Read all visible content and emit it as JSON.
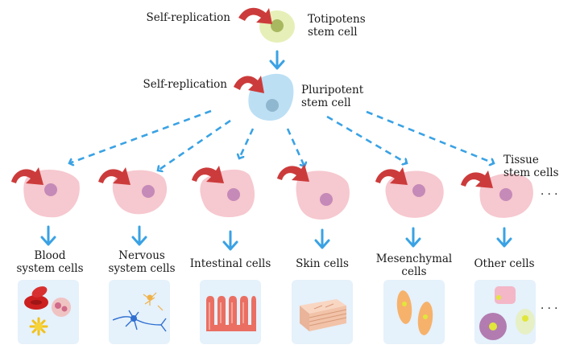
{
  "top": {
    "self_replication_1": "Self-replication",
    "totipotent_label": "Totipotens\nstem cell",
    "self_replication_2": "Self-replication",
    "pluripotent_label": "Pluripotent\nstem cell",
    "tissue_label": "Tissue\nstem cells"
  },
  "lineages": [
    {
      "name": "Blood\nsystem cells"
    },
    {
      "name": "Nervous\nsystem cells"
    },
    {
      "name": "Intestinal cells"
    },
    {
      "name": "Skin cells"
    },
    {
      "name": "Mesenchymal\ncells"
    },
    {
      "name": "Other cells"
    }
  ],
  "ellipsis": "· · ·",
  "colors": {
    "arrow_blue": "#3aa2e4",
    "curved_arrow_red": "#cc3b3b",
    "pink_cell": "#f6c8cf",
    "nucleus_purple": "#c58ab8",
    "totipotent_cell": "#e7efb8",
    "totipotent_nucleus": "#a8b860",
    "pluripotent_cell": "#bcdff4",
    "pluripotent_nucleus": "#8fb7cf",
    "panel_bg": "#e5f1fb"
  }
}
